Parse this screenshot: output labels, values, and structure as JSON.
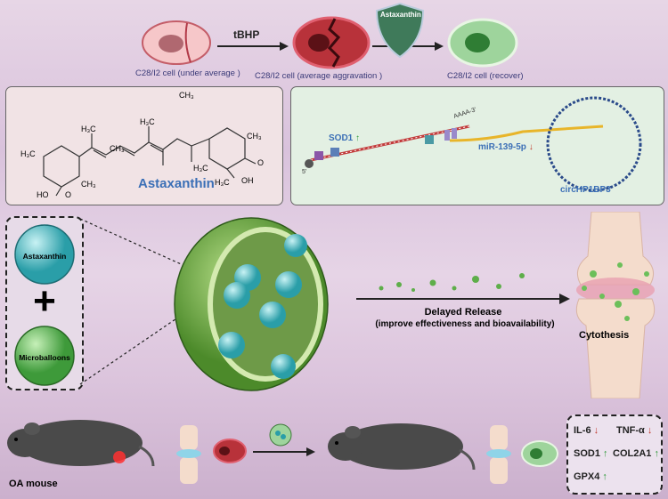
{
  "top": {
    "treatment_label": "tBHP",
    "shield_label": "Astaxanthin",
    "cells": [
      {
        "label": "C28/I2 cell (under average )"
      },
      {
        "label": "C28/I2 cell (average aggravation )"
      },
      {
        "label": "C28/I2 cell (recover)"
      }
    ]
  },
  "structure_panel": {
    "name": "Astaxanthin",
    "atoms": {
      "ch3": "CH₃",
      "h3c": "H₃C",
      "o": "O",
      "ho": "HO",
      "oh": "OH"
    }
  },
  "mechanism_panel": {
    "sod1": "SOD1",
    "mirna": "miR-139-5p",
    "circrna": "circHP1BP3",
    "polyA": "AAAA-3'",
    "five_prime": "5'",
    "arrow_up": "↑",
    "arrow_down": "↓"
  },
  "composition": {
    "item1": "Astaxanthin",
    "plus": "+",
    "item2": "Microballoons"
  },
  "release": {
    "line1": "Delayed Release",
    "line2": "(improve effectiveness and bioavailability)",
    "joint_label": "Cytothesis"
  },
  "bottom": {
    "mouse_label": "OA mouse",
    "markers": [
      {
        "name": "IL-6",
        "dir": "↓"
      },
      {
        "name": "TNF-α",
        "dir": "↓"
      },
      {
        "name": "SOD1",
        "dir": "↑"
      },
      {
        "name": "COL2A1",
        "dir": "↑"
      },
      {
        "name": "GPX4",
        "dir": "↑"
      }
    ]
  },
  "colors": {
    "dark_text": "#3a3a78",
    "name_blue": "#3b6fb6",
    "up": "#2e9a3a",
    "down": "#c0392b"
  }
}
